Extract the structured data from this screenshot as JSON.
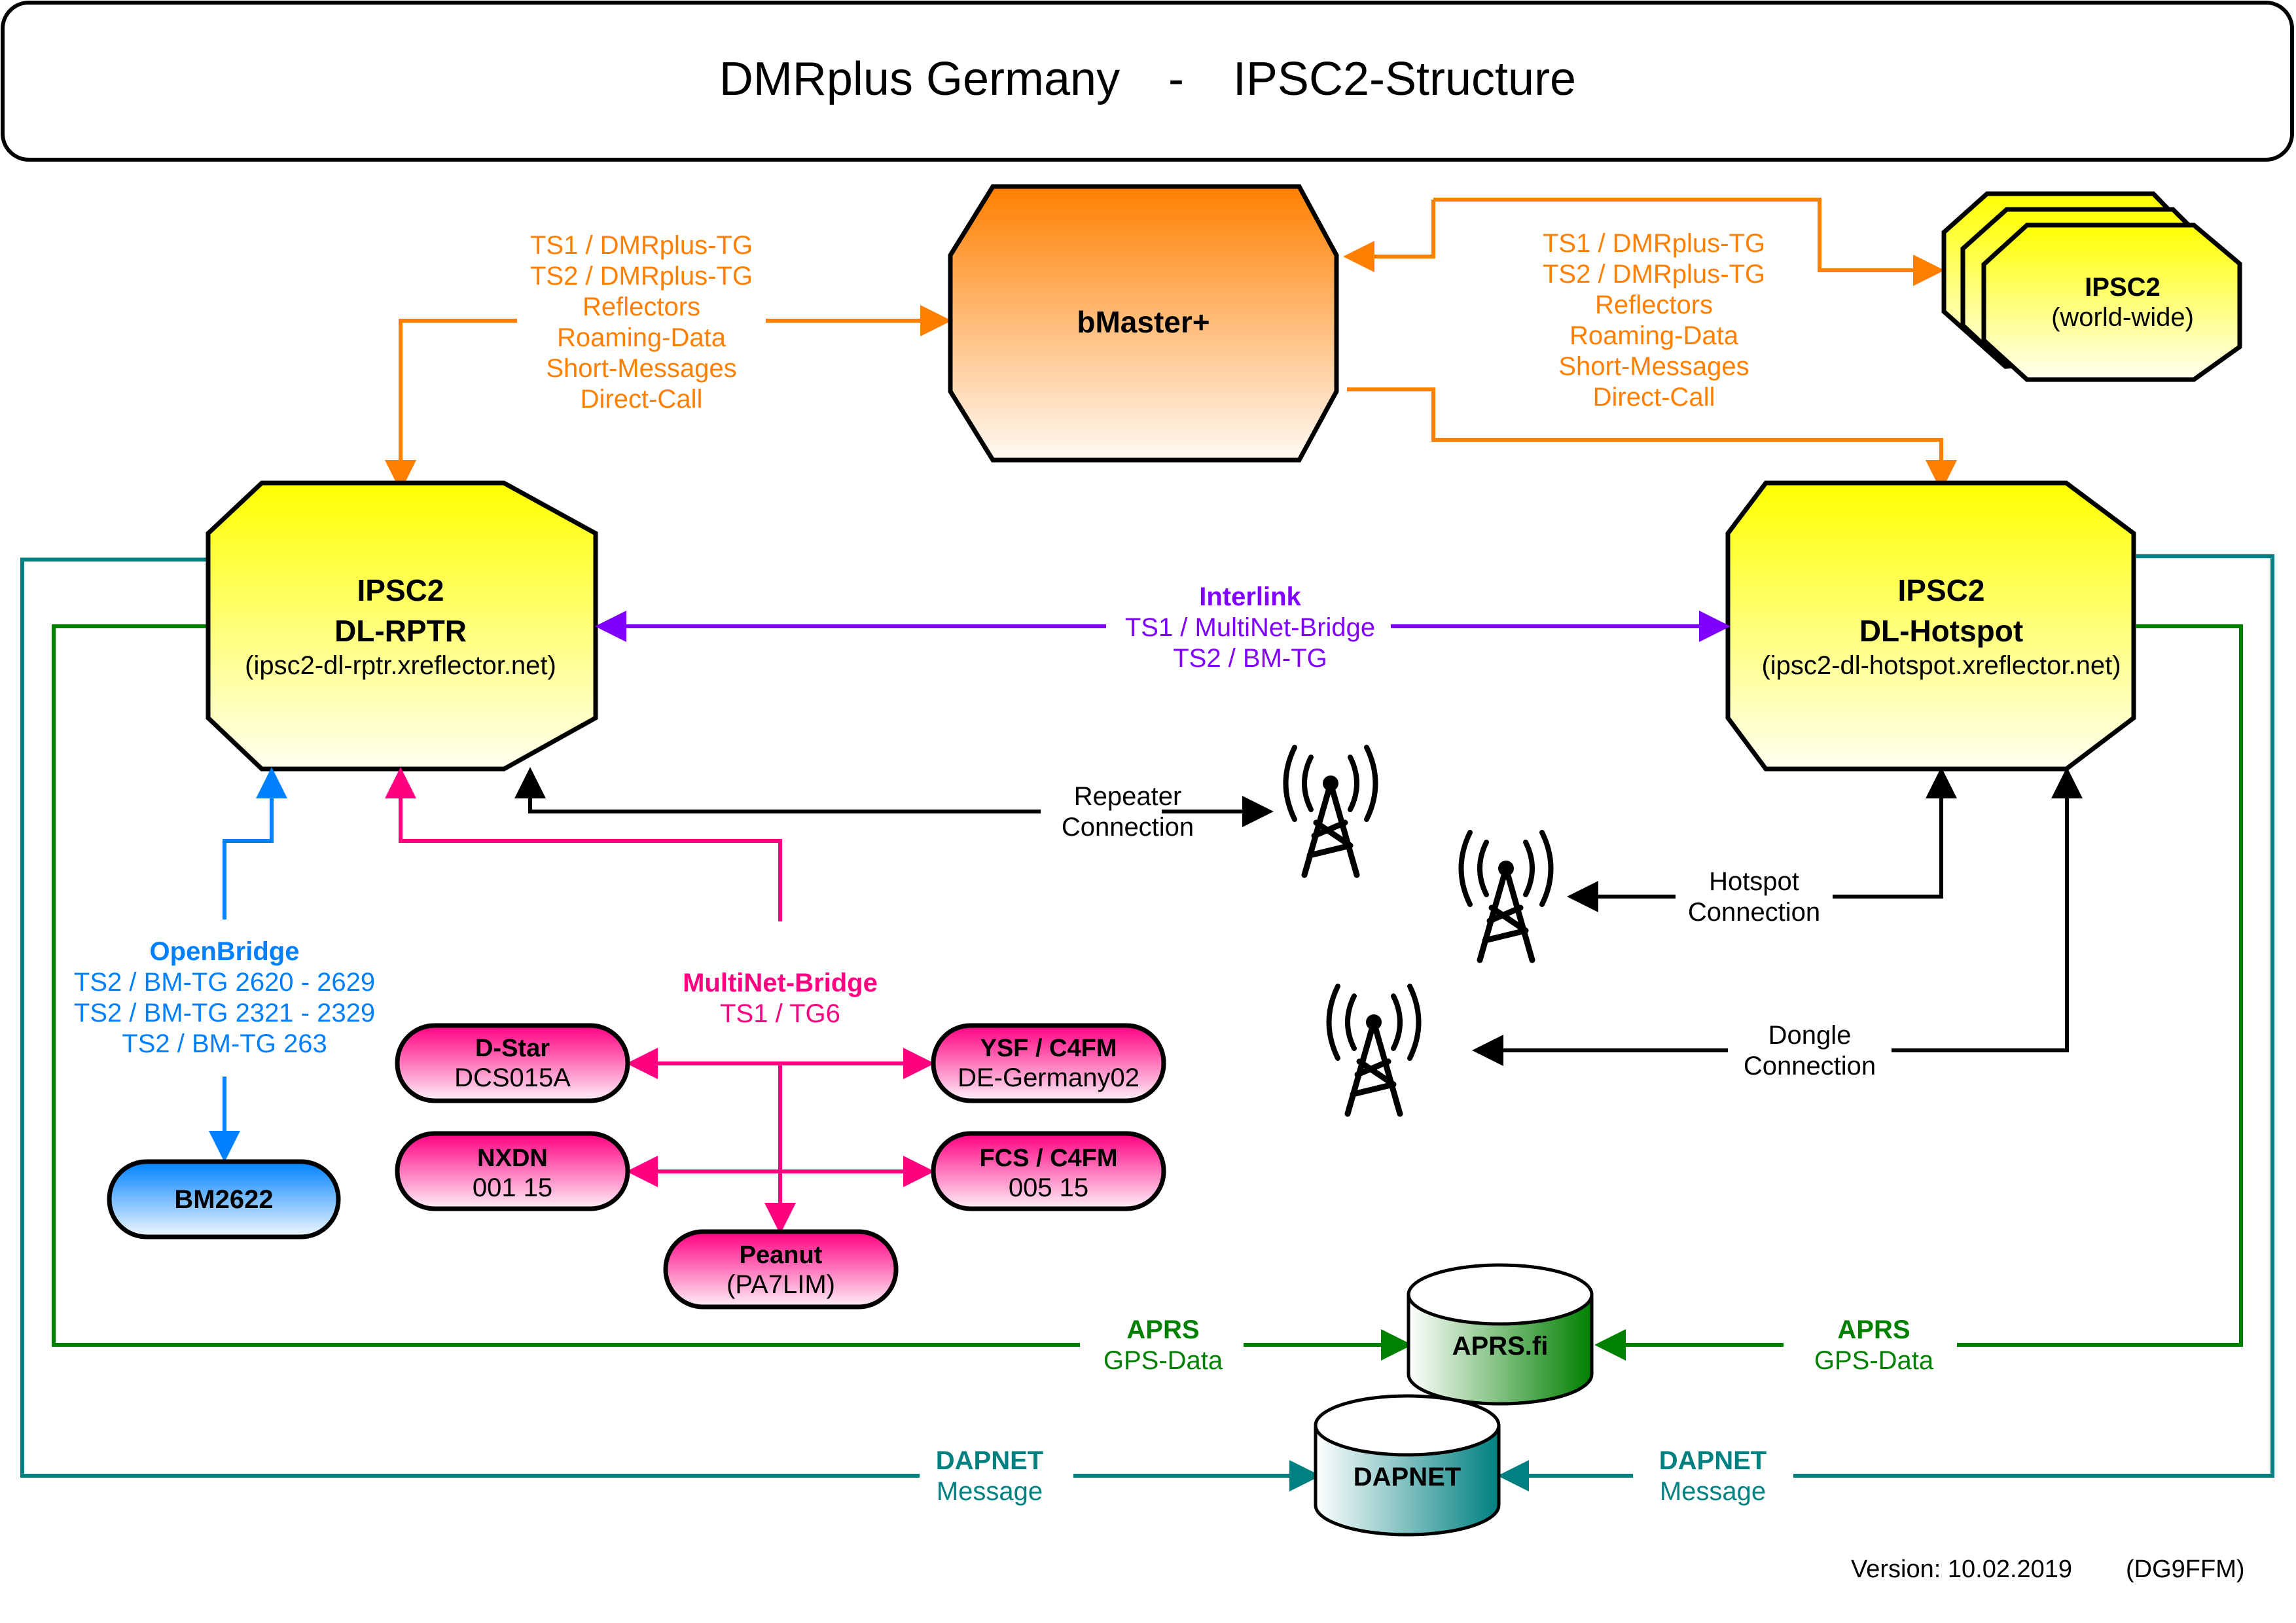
{
  "title": {
    "left": "DMRplus Germany",
    "separator": "-",
    "right": "IPSC2-Structure"
  },
  "colors": {
    "orange": "#ff7f00",
    "purple": "#8000ff",
    "blue": "#0080ff",
    "pink": "#ff0080",
    "green": "#008000",
    "teal": "#008080",
    "black": "#000000",
    "yellow": "#ffff00"
  },
  "nodes": {
    "bmaster": {
      "label": "bMaster+"
    },
    "world": {
      "line1": "IPSC2",
      "line2": "(world-wide)"
    },
    "rptr": {
      "line1": "IPSC2",
      "line2": "DL-RPTR",
      "line3": "(ipsc2-dl-rptr.xreflector.net)"
    },
    "hotspot": {
      "line1": "IPSC2",
      "line2": "DL-Hotspot",
      "line3": "(ipsc2-dl-hotspot.xreflector.net)"
    },
    "bm2622": {
      "label": "BM2622"
    },
    "dstar": {
      "line1": "D-Star",
      "line2": "DCS015A"
    },
    "ysf": {
      "line1": "YSF / C4FM",
      "line2": "DE-Germany02"
    },
    "nxdn": {
      "line1": "NXDN",
      "line2": "001 15"
    },
    "fcs": {
      "line1": "FCS / C4FM",
      "line2": "005 15"
    },
    "peanut": {
      "line1": "Peanut",
      "line2": "(PA7LIM)"
    },
    "aprsfi": {
      "label": "APRS.fi"
    },
    "dapnet": {
      "label": "DAPNET"
    }
  },
  "labels": {
    "bmaster_left": [
      "TS1 / DMRplus-TG",
      "TS2 / DMRplus-TG",
      "Reflectors",
      "Roaming-Data",
      "Short-Messages",
      "Direct-Call"
    ],
    "bmaster_right": [
      "TS1 / DMRplus-TG",
      "TS2 / DMRplus-TG",
      "Reflectors",
      "Roaming-Data",
      "Short-Messages",
      "Direct-Call"
    ],
    "interlink": {
      "title": "Interlink",
      "line1": "TS1 / MultiNet-Bridge",
      "line2": "TS2 / BM-TG"
    },
    "openbridge": {
      "title": "OpenBridge",
      "lines": [
        "TS2 / BM-TG 2620 - 2629",
        "TS2 / BM-TG 2321 - 2329",
        "TS2 / BM-TG 263"
      ]
    },
    "multinet": {
      "title": "MultiNet-Bridge",
      "line1": "TS1 / TG6"
    },
    "repeater": {
      "line1": "Repeater",
      "line2": "Connection"
    },
    "hotspot_conn": {
      "line1": "Hotspot",
      "line2": "Connection"
    },
    "dongle_conn": {
      "line1": "Dongle",
      "line2": "Connection"
    },
    "aprs_left": {
      "title": "APRS",
      "line1": "GPS-Data"
    },
    "aprs_right": {
      "title": "APRS",
      "line1": "GPS-Data"
    },
    "dapnet_left": {
      "title": "DAPNET",
      "line1": "Message"
    },
    "dapnet_right": {
      "title": "DAPNET",
      "line1": "Message"
    }
  },
  "footer": {
    "version": "Version: 10.02.2019",
    "author": "(DG9FFM)"
  }
}
